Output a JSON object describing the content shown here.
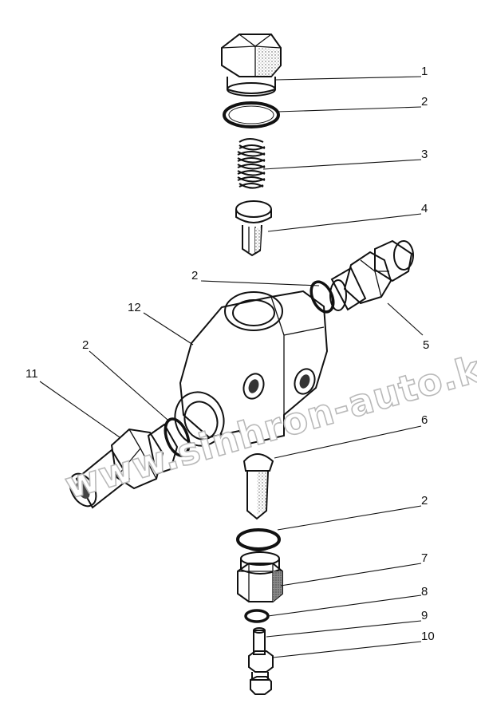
{
  "diagram": {
    "callouts": [
      "1",
      "2",
      "3",
      "4",
      "2",
      "5",
      "12",
      "2",
      "11",
      "6",
      "2",
      "7",
      "8",
      "9",
      "10"
    ]
  },
  "watermark": "www.sinhron-auto.kz"
}
